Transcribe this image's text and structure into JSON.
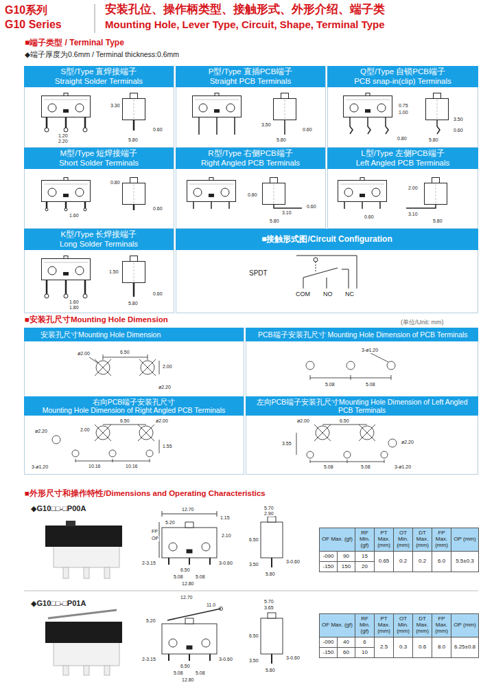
{
  "diagram": {
    "title": "安装孔位、操作柄类型、接触形式、外形介绍、端子类",
    "nodes": [
      {
        "text": [
          "S型/Type 直焊接端子",
          "Straight Solder Terminals"
        ]
      },
      {
        "text": [
          "P型/Type 直插PCB端子",
          "Straight PCB Terminals"
        ]
      },
      {
        "text": [
          "Q型/Type 自锁PCB端子",
          "PCB snap-in(clip) Terminals"
        ]
      },
      {
        "text": [
          "M型/Type 短焊接端子",
          "Short Solder Terminals"
        ]
      },
      {
        "text": [
          "R型/Type 右侧PCB端子",
          "Right Angled PCB Terminals"
        ]
      },
      {
        "text": [
          "L型/Type 左侧PCB端子",
          "Left Angled PCB Terminals"
        ]
      },
      {
        "text": [
          "K型/Type 长焊接端子",
          "Long Solder Terminals"
        ]
      },
      {
        "text": [
          "■接触形式图/Circuit Configuration"
        ]
      },
      {
        "text": [
          "安装孔尺寸Mounting Hole Dimension"
        ]
      },
      {
        "text": [
          "PCB端子安装孔尺寸 Mounting Hole Dimension of PCB Terminals"
        ]
      },
      {
        "text": [
          "右向PCB端子安装孔尺寸",
          "Mounting Hole Dimension of Right Angled PCB Terminals"
        ]
      },
      {
        "text": [
          "左向PCB端子安装孔尺寸Mounting Hole Dimension of Left Angled PCB Terminals"
        ]
      }
    ],
    "labels": [
      "G10系列",
      "G10 Series",
      "Mounting Hole, Lever Type, Circuit, Shape, Terminal Type",
      "■端子类型 / Terminal Type",
      "◆端子厚度为0.6mm / Terminal thickness:0.6mm",
      "1.20",
      "2.20",
      "3.30",
      "5.80",
      "0.60",
      "3.50",
      "5.80",
      "0.60",
      "0.75",
      "1.00",
      "3.50",
      "0.80",
      "0.60",
      "5.80",
      "1.60",
      "0.80",
      "0.60",
      "0.80",
      "3.10",
      "5.80",
      "0.60",
      "2.00",
      "3.10",
      "0.60",
      "5.80",
      "1.60",
      "1.80",
      "1.50",
      "5.80",
      "0.60",
      "SPDT",
      "COM",
      "NO",
      "NC",
      "■安装孔尺寸Mounting Hole Dimension",
      "(单位/Unit: mm)",
      "ø2.00",
      "6.50",
      "2.00",
      "ø2.20",
      "3-ø1.20",
      "5.08",
      "5.08",
      "6.50",
      "ø2.00",
      "2.00",
      "ø2.20",
      "1.55",
      "3-ø1.20",
      "10.16",
      "10.16",
      "ø2.00",
      "6.50",
      "3.55",
      "ø2.20",
      "5.08",
      "5.08",
      "3-ø1.20",
      "■外形尺寸和操作特性/Dimensions and Operating Characteristics",
      "◆G10□□-□P00A",
      "12.70",
      "1.15",
      "5.20",
      "2.10",
      "2-3.15",
      "6.50",
      "5.08",
      "5.08",
      "12.80",
      "3-0.60",
      "FP",
      "OP",
      "5.70",
      "2.90",
      "6.50",
      "3.50",
      "5.80",
      "3-0.60",
      "◆G10□□-□P01A",
      "12.70",
      "11.0",
      "5.20",
      "2-3.15",
      "6.50",
      "5.08",
      "5.08",
      "12.80",
      "3-0.60",
      "5.70",
      "3.65",
      "6.50",
      "3.50",
      "5.80",
      "3-0.60",
      "OF Max. (gf)",
      "RF Min. (gf)",
      "PT Max. (mm)",
      "OT Min. (mm)",
      "DT Max. (mm)",
      "FP Max. (mm)",
      "OP (mm)",
      "-090",
      "90",
      "15",
      "0.65",
      "0.2",
      "0.2",
      "6.0",
      "5.5±0.3",
      "-150",
      "150",
      "20",
      "OF Max. (gf)",
      "RF Min. (gf)",
      "PT Max. (mm)",
      "OT Min. (mm)",
      "DT Max. (mm)",
      "FP Max. (mm)",
      "OP (mm)",
      "-090",
      "40",
      "6",
      "2.5",
      "0.3",
      "0.6",
      "8.0",
      "6.25±0.8",
      "-150",
      "60",
      "10"
    ]
  }
}
